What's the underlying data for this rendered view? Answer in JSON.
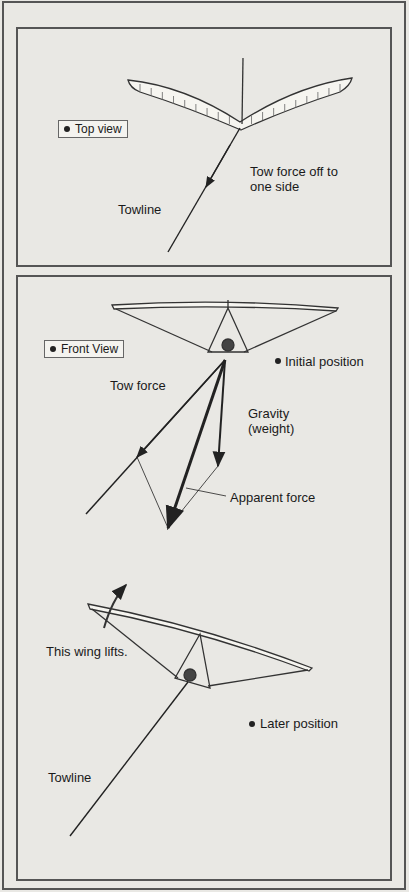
{
  "diagram": {
    "nodes": [
      {
        "text": [
          "Top view"
        ]
      },
      {
        "text": [
          "Front View"
        ]
      }
    ],
    "labels": [
      "Tow force off to one side",
      "Towline",
      "Initial position",
      "Tow force",
      "Gravity (weight)",
      "Apparent force",
      "This wing lifts.",
      "Later position",
      "Towline"
    ]
  }
}
